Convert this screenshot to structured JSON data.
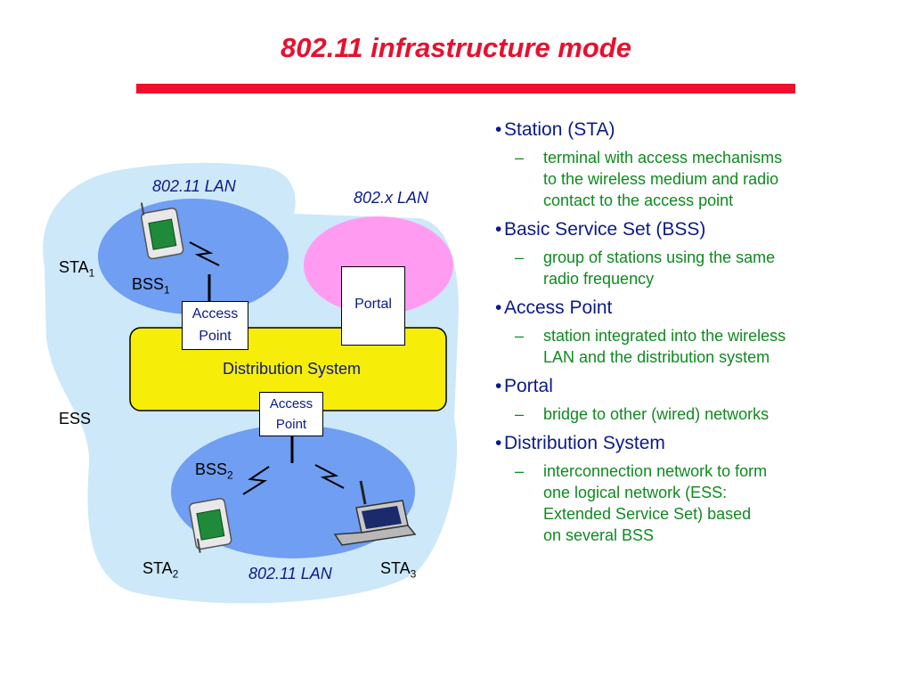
{
  "title": "802.11 infrastructure mode",
  "diagram": {
    "lan_top": "802.11 LAN",
    "lan_bottom": "802.11 LAN",
    "xlan": "802.x LAN",
    "sta1": "STA",
    "sta1_sub": "1",
    "sta2": "STA",
    "sta2_sub": "2",
    "sta3": "STA",
    "sta3_sub": "3",
    "bss1": "BSS",
    "bss1_sub": "1",
    "bss2": "BSS",
    "bss2_sub": "2",
    "ess": "ESS",
    "portal": "Portal",
    "ap1_line1": "Access",
    "ap1_line2": "Point",
    "ap2_line1": "Access",
    "ap2_line2": "Point",
    "distribution_system": "Distribution System",
    "colors": {
      "ess": "#cde8f8",
      "bss": "#6f9ef2",
      "portal_lan": "#ff9cf2",
      "distribution": "#f6ee08",
      "title": "#e8102e"
    }
  },
  "bullets": [
    {
      "dot": "•",
      "label": "Station (STA)",
      "dash": "–",
      "detail": [
        "terminal with access mechanisms",
        "to the wireless medium and radio",
        "contact to the access point"
      ]
    },
    {
      "dot": "•",
      "label": "Basic Service Set (BSS)",
      "dash": "–",
      "detail": [
        "group of stations using the same",
        "radio frequency"
      ]
    },
    {
      "dot": "•",
      "label": "Access Point",
      "dash": "–",
      "detail": [
        "station integrated into the wireless",
        "LAN and the distribution system"
      ]
    },
    {
      "dot": "•",
      "label": "Portal",
      "dash": "–",
      "detail": [
        "bridge to other (wired) networks"
      ]
    },
    {
      "dot": "•",
      "label": "Distribution System",
      "dash": "–",
      "detail": [
        "interconnection network to form",
        "one logical network (ESS:",
        "Extended Service Set) based",
        "on several BSS"
      ]
    }
  ]
}
